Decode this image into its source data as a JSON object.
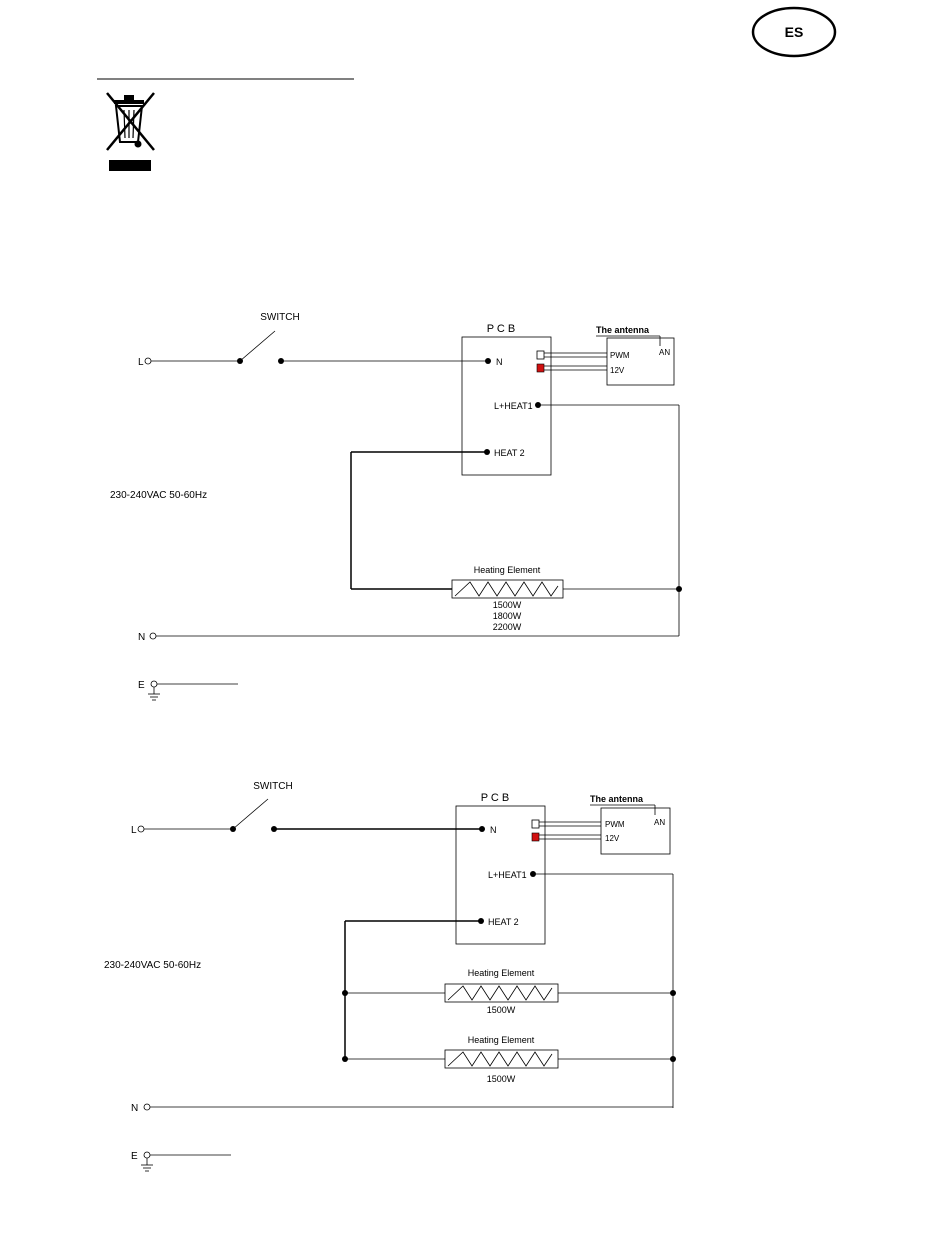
{
  "header": {
    "language_badge": "ES"
  },
  "weee_icon": "crossed-out-wheelie-bin-icon",
  "diagrams": [
    {
      "switch_label": "SWITCH",
      "pcb_label": "P C B",
      "antenna_title": "The antenna",
      "antenna_an": "AN",
      "pwm": "PWM",
      "v12": "12V",
      "input_l": "L",
      "input_n": "N",
      "input_e": "E",
      "pcb_n": "N",
      "pcb_heat1": "L+HEAT1",
      "pcb_heat2": "HEAT 2",
      "supply": "230-240VAC 50-60Hz",
      "elements": [
        {
          "title": "Heating Element",
          "ratings": [
            "1500W",
            "1800W",
            "2200W"
          ]
        }
      ]
    },
    {
      "switch_label": "SWITCH",
      "pcb_label": "P C B",
      "antenna_title": "The antenna",
      "antenna_an": "AN",
      "pwm": "PWM",
      "v12": "12V",
      "input_l": "L",
      "input_n": "N",
      "input_e": "E",
      "pcb_n": "N",
      "pcb_heat1": "L+HEAT1",
      "pcb_heat2": "HEAT 2",
      "supply": "230-240VAC 50-60Hz",
      "elements": [
        {
          "title": "Heating Element",
          "ratings": [
            "1500W"
          ]
        },
        {
          "title": "Heating Element",
          "ratings": [
            "1500W"
          ]
        }
      ]
    }
  ],
  "colors": {
    "line": "#000000",
    "connector_red": "#d01010",
    "background": "#ffffff"
  }
}
